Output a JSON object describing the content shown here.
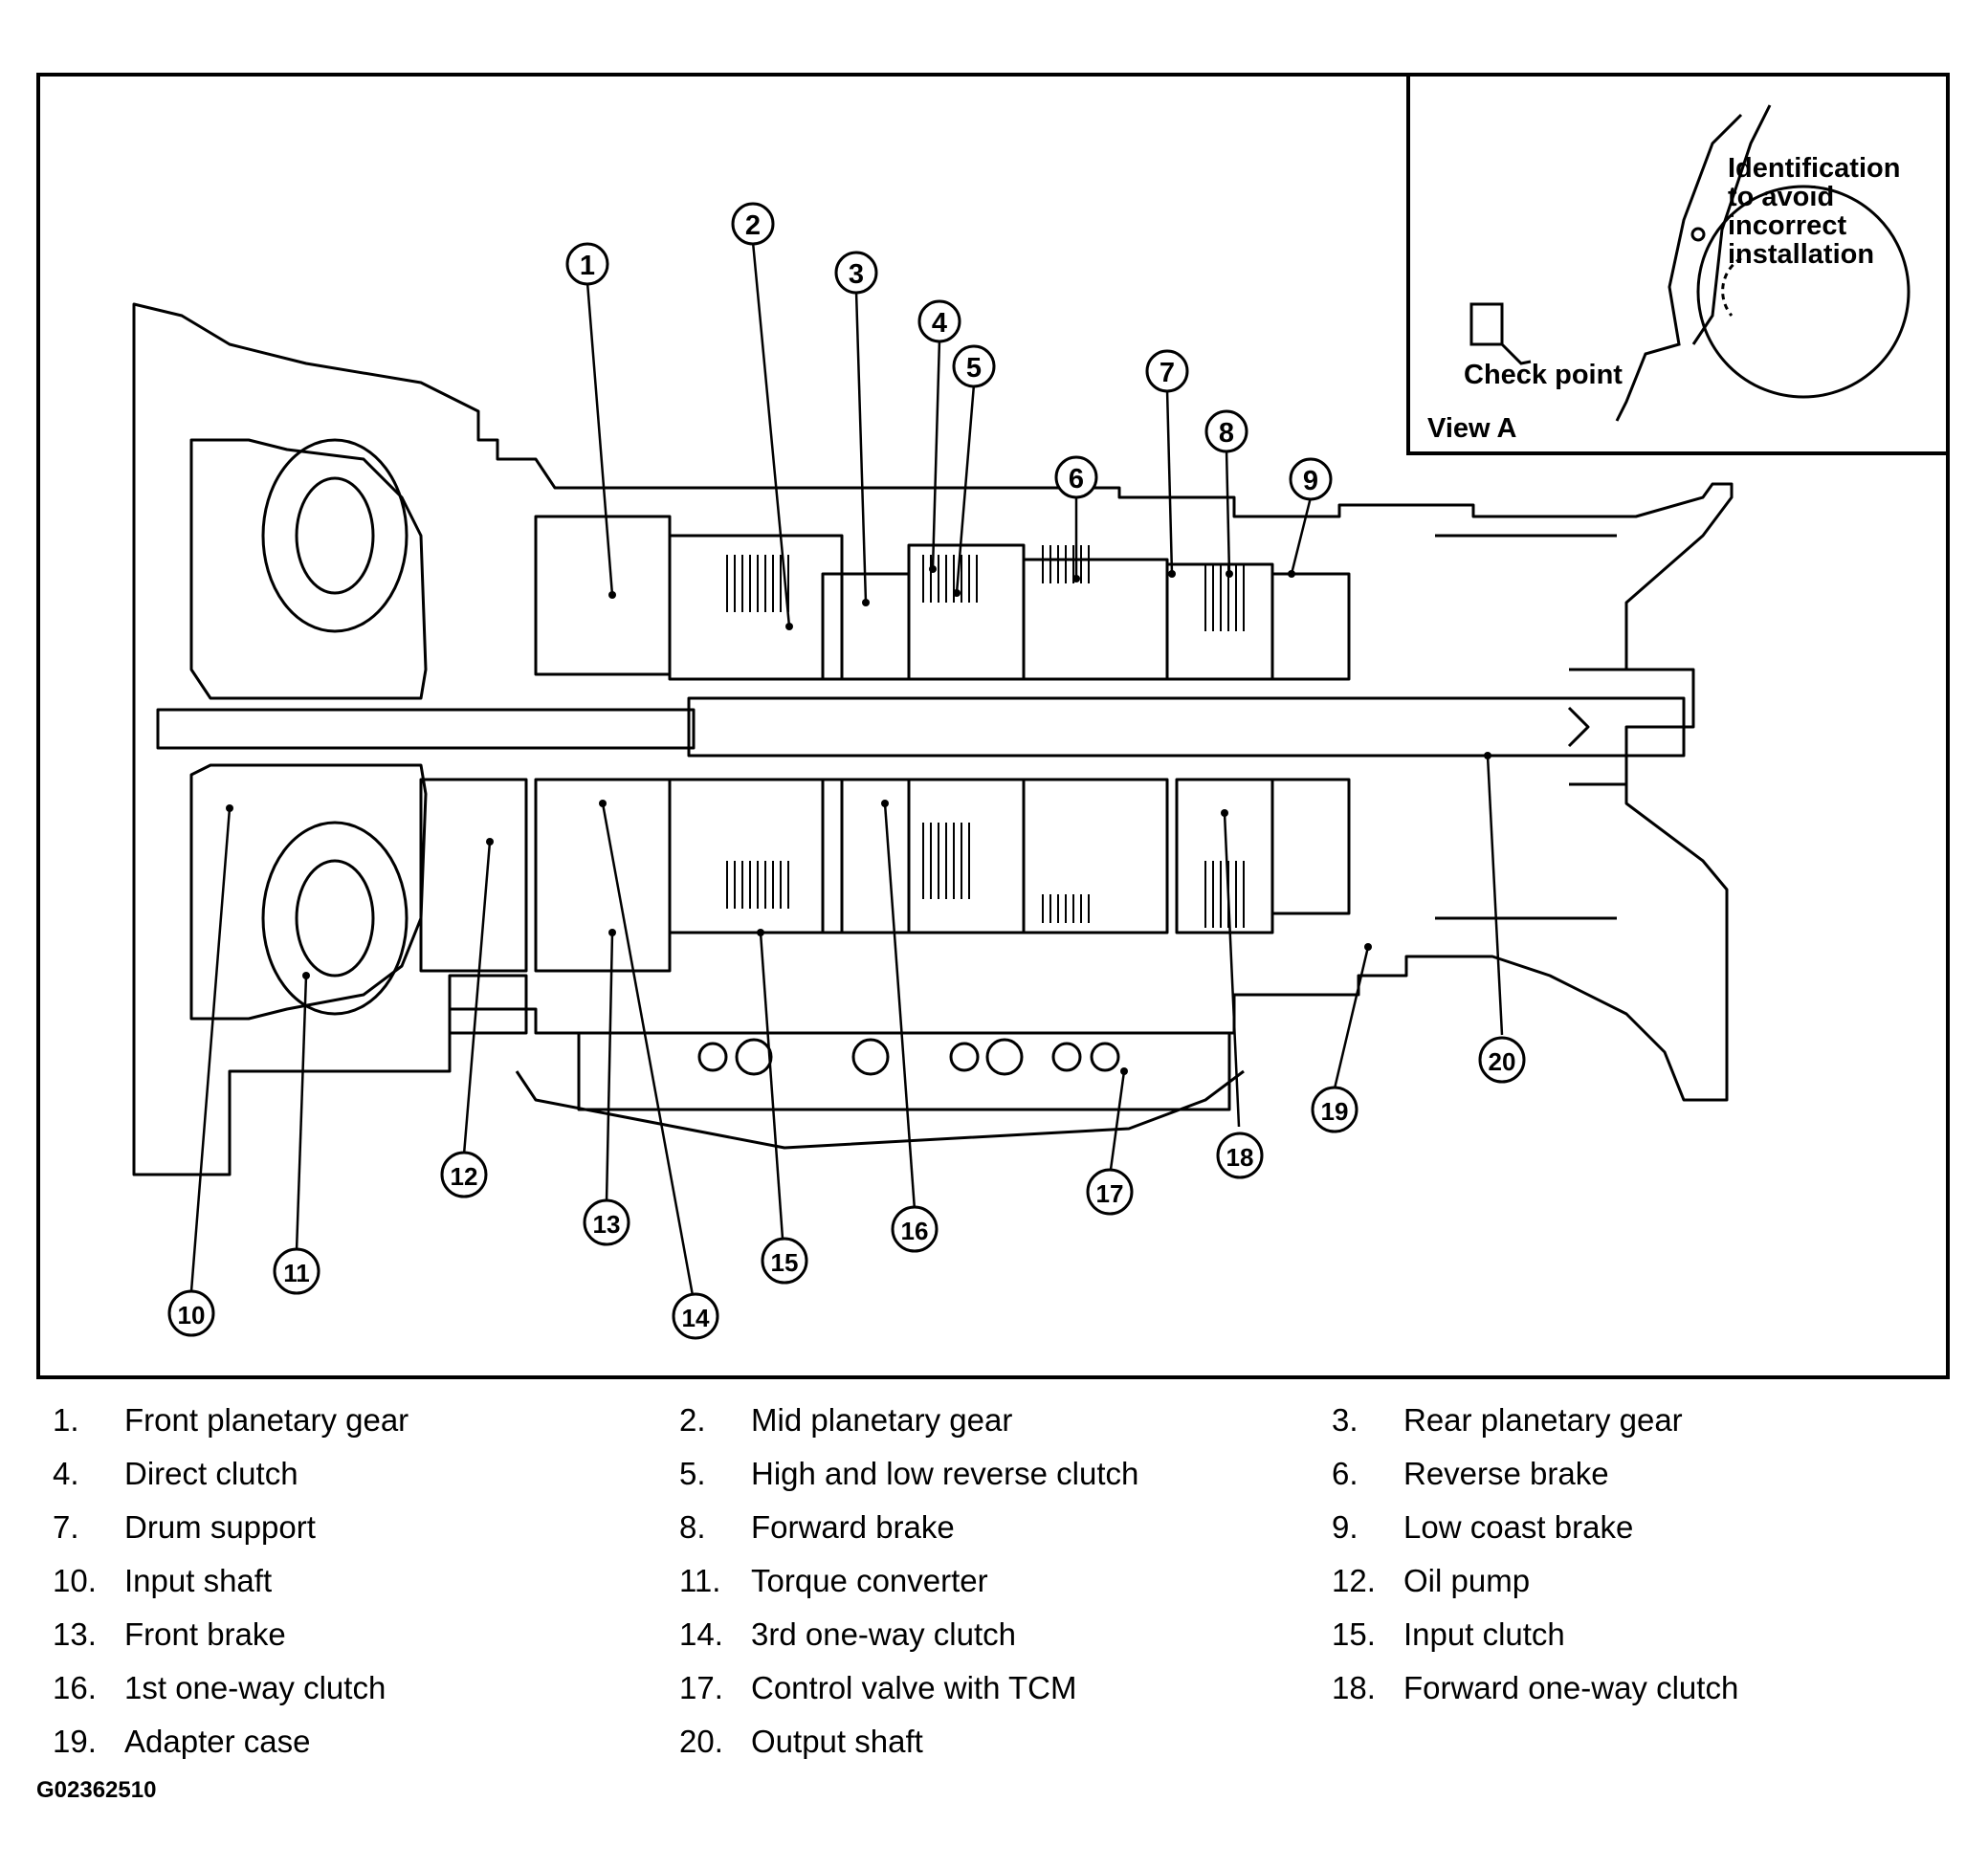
{
  "inset": {
    "note_lines": [
      "Identification",
      "to avoid",
      "incorrect",
      "installation"
    ],
    "check_point": "Check point",
    "view_label": "View A"
  },
  "callouts": [
    "1",
    "2",
    "3",
    "4",
    "5",
    "6",
    "7",
    "8",
    "9",
    "10",
    "11",
    "12",
    "13",
    "14",
    "15",
    "16",
    "17",
    "18",
    "19",
    "20"
  ],
  "legend": [
    {
      "num": "1.",
      "text": "Front planetary gear"
    },
    {
      "num": "2.",
      "text": "Mid planetary gear"
    },
    {
      "num": "3.",
      "text": "Rear planetary gear"
    },
    {
      "num": "4.",
      "text": "Direct clutch"
    },
    {
      "num": "5.",
      "text": "High and low reverse clutch"
    },
    {
      "num": "6.",
      "text": "Reverse brake"
    },
    {
      "num": "7.",
      "text": "Drum support"
    },
    {
      "num": "8.",
      "text": "Forward brake"
    },
    {
      "num": "9.",
      "text": "Low coast brake"
    },
    {
      "num": "10.",
      "text": "Input shaft"
    },
    {
      "num": "11.",
      "text": "Torque converter"
    },
    {
      "num": "12.",
      "text": "Oil pump"
    },
    {
      "num": "13.",
      "text": "Front brake"
    },
    {
      "num": "14.",
      "text": "3rd one-way clutch"
    },
    {
      "num": "15.",
      "text": "Input clutch"
    },
    {
      "num": "16.",
      "text": "1st one-way clutch"
    },
    {
      "num": "17.",
      "text": "Control valve with TCM"
    },
    {
      "num": "18.",
      "text": "Forward one-way clutch"
    },
    {
      "num": "19.",
      "text": "Adapter case"
    },
    {
      "num": "20.",
      "text": "Output shaft"
    }
  ],
  "figure_code": "G02362510"
}
